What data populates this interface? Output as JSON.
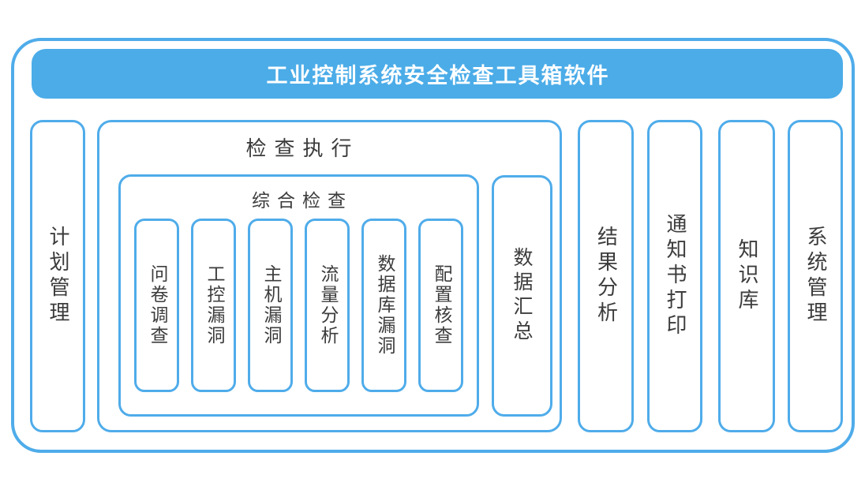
{
  "colors": {
    "accent": "#4FACEA",
    "title-bg": "#4BACE8",
    "ink": "#3C3C3C",
    "bg": "#FFFFFF"
  },
  "title": "工业控制系统安全检查工具箱软件",
  "modules": {
    "plan": {
      "label": "计划管理"
    },
    "execution": {
      "label": "检查执行",
      "comprehensive": {
        "label": "综合检查",
        "items": [
          {
            "label": "问卷调查"
          },
          {
            "label": "工控漏洞"
          },
          {
            "label": "主机漏洞"
          },
          {
            "label": "流量分析"
          },
          {
            "label": "数据库漏洞"
          },
          {
            "label": "配置核查"
          }
        ]
      },
      "data_summary": {
        "label": "数据汇总"
      }
    },
    "result_analysis": {
      "label": "结果分析"
    },
    "notice_printing": {
      "label": "通知书打印"
    },
    "knowledge_base": {
      "label": "知识库"
    },
    "system_management": {
      "label": "系统管理"
    }
  }
}
